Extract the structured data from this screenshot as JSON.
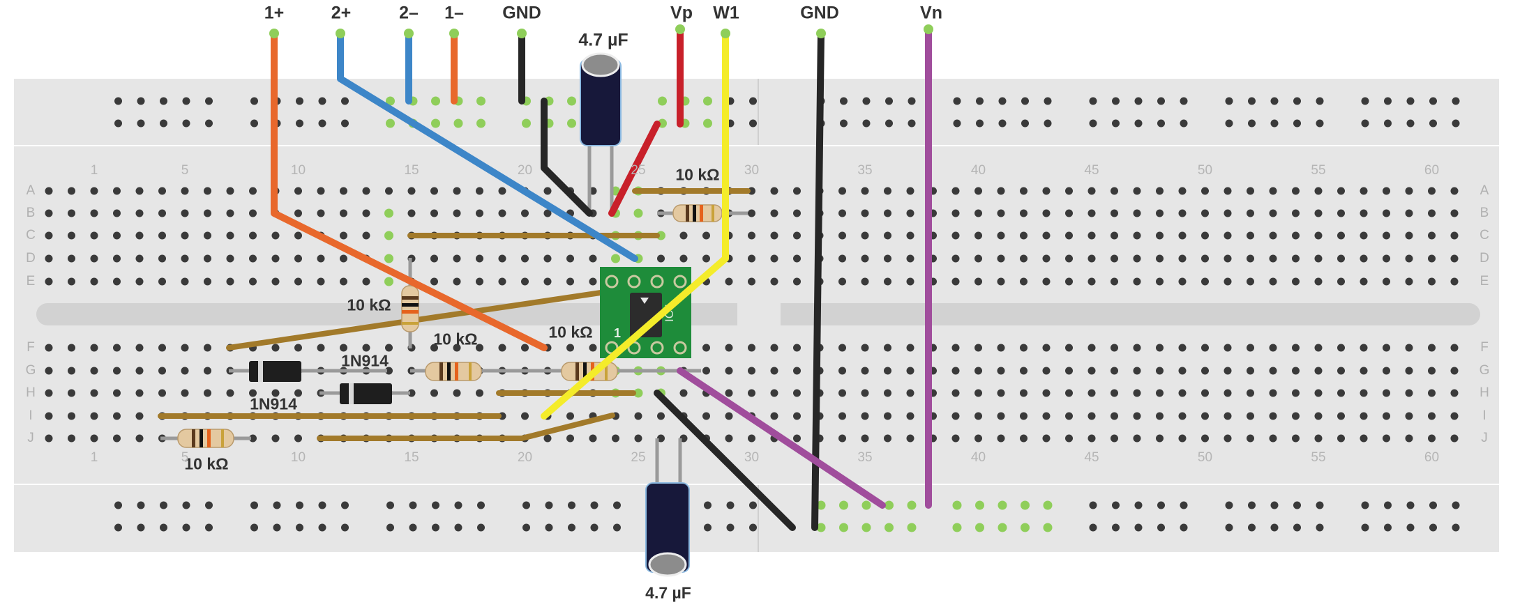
{
  "header_labels": {
    "one_plus": "1+",
    "two_plus": "2+",
    "two_minus": "2–",
    "one_minus": "1–",
    "gnd_1": "GND",
    "cap_top": "4.7 µF",
    "vp": "Vp",
    "w1": "W1",
    "gnd_2": "GND",
    "vn": "Vn"
  },
  "component_labels": {
    "r_top": "10 kΩ",
    "r_left_vertical": "10 kΩ",
    "r_center": "10 kΩ",
    "r_right": "10 kΩ",
    "r_bottom": "10 kΩ",
    "diode_1": "1N914",
    "diode_2": "1N914",
    "cap_bottom": "4.7 µF"
  },
  "column_numbers": [
    "1",
    "5",
    "10",
    "15",
    "20",
    "25",
    "30",
    "35",
    "40",
    "45",
    "50",
    "55",
    "60"
  ],
  "row_letters_top": [
    "A",
    "B",
    "C",
    "D",
    "E"
  ],
  "row_letters_bottom": [
    "F",
    "G",
    "H",
    "I",
    "J"
  ],
  "chip": {
    "pin_label": "1",
    "marking": "IC4",
    "color": "#1e8c3a"
  },
  "wire_colors": {
    "orange": "#e8682c",
    "blue": "#3d86c8",
    "black": "#262626",
    "red": "#c8202a",
    "yellow": "#f4ec2a",
    "purple": "#a04d9c",
    "brown": "#a27a2a"
  },
  "board_color": "#e6e6e6"
}
